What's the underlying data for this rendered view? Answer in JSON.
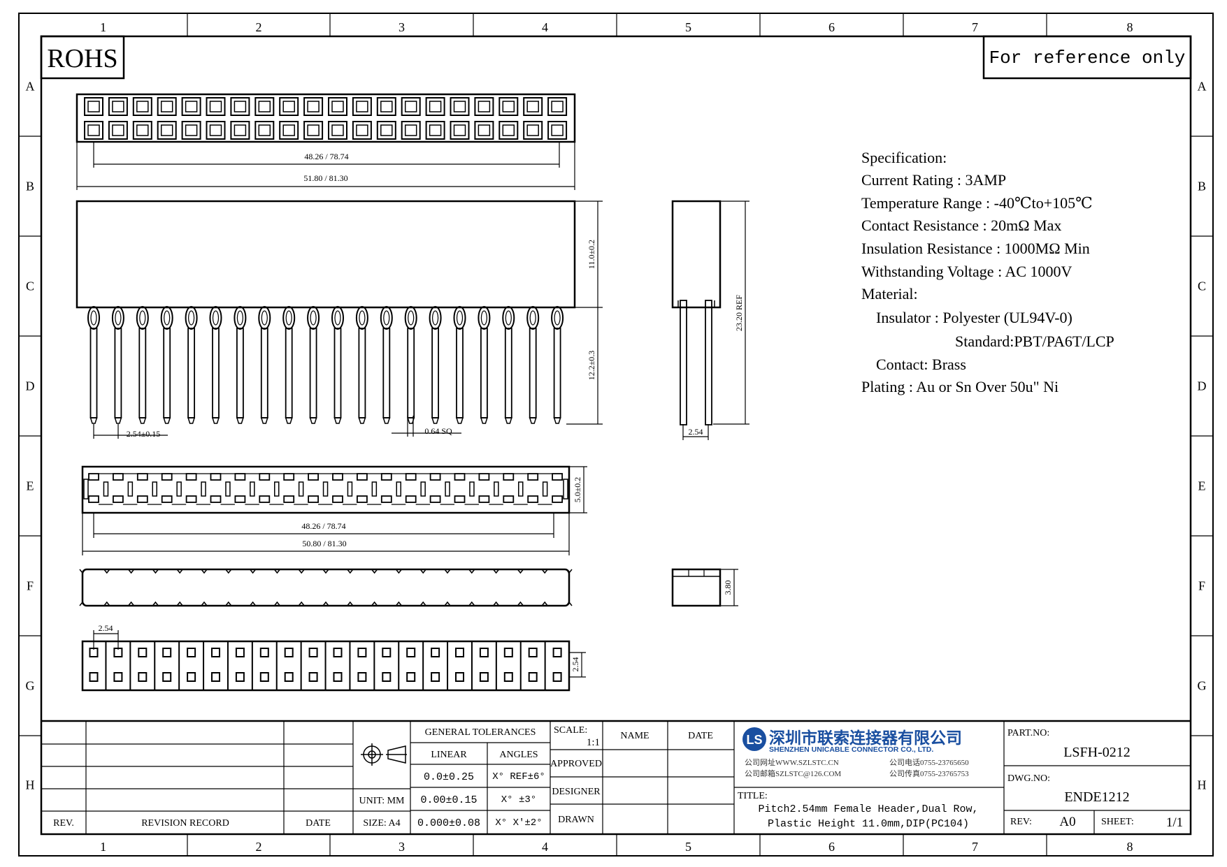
{
  "border": {
    "columns": [
      "1",
      "2",
      "3",
      "4",
      "5",
      "6",
      "7",
      "8"
    ],
    "rows": [
      "A",
      "B",
      "C",
      "D",
      "E",
      "F",
      "G",
      "H"
    ]
  },
  "rohs": "ROHS",
  "reference_note": "For reference only",
  "dimensions": {
    "top_inner": "48.26 / 78.74",
    "top_outer": "51.80 / 81.30",
    "insulator_height": "11.0±0.2",
    "pin_length": "12.2±0.3",
    "pitch": "2.54±0.15",
    "pin_size": "0.64 SQ",
    "total_height": "23.20 REF",
    "side_pitch": "2.54",
    "bottom_height": "5.0±0.2",
    "bottom_inner": "48.26 / 78.74",
    "bottom_outer": "50.80 / 81.30",
    "side_small": "3.80",
    "footprint_pitch": "2.54",
    "footprint_row": "2.54"
  },
  "spec": {
    "lines": [
      "Specification:",
      "Current Rating : 3AMP",
      "Temperature Range : -40℃to+105℃",
      "Contact Resistance : 20mΩ Max",
      "Insulation Resistance : 1000MΩ Min",
      "Withstanding Voltage : AC 1000V",
      "Material:",
      "Insulator : Polyester (UL94V-0)",
      "Standard:PBT/PA6T/LCP",
      "Contact: Brass",
      "Plating : Au or Sn Over 50u\" Ni"
    ]
  },
  "title_block": {
    "rev_label": "REV.",
    "revision_record_label": "REVISION RECORD",
    "date_label": "DATE",
    "unit_label": "UNIT: MM",
    "size_label": "SIZE: A4",
    "general_tolerances": "GENERAL TOLERANCES",
    "linear": "LINEAR",
    "angles": "ANGLES",
    "tol_lin": [
      "0.0±0.25",
      "0.00±0.15",
      "0.000±0.08"
    ],
    "tol_ang": [
      "X° REF±6°",
      "X° ±3°",
      "X° X'±2°"
    ],
    "scale_label": "SCALE:",
    "scale_value": "1:1",
    "name_label": "NAME",
    "date_label2": "DATE",
    "approved": "APPROVED",
    "designer": "DESIGNER",
    "drawn": "DRAWN",
    "company_cn": "深圳市联索连接器有限公司",
    "company_en": "SHENZHEN UNICABLE CONNECTOR CO., LTD.",
    "web": "公司网址WWW.SZLSTC.CN",
    "email": "公司邮箱SZLSTC@126.COM",
    "tel": "公司电话0755-23765650",
    "fax": "公司传真0755-23765753",
    "logo": "LS",
    "title_label": "TITLE:",
    "title_line1": "Pitch2.54mm Female Header,Dual Row,",
    "title_line2": "Plastic Height 11.0mm,DIP(PC104)",
    "part_no_label": "PART.NO:",
    "part_no": "LSFH-0212",
    "dwg_no_label": "DWG.NO:",
    "dwg_no": "ENDE1212",
    "rev2_label": "REV:",
    "rev_value": "A0",
    "sheet_label": "SHEET:",
    "sheet_value": "1/1"
  }
}
